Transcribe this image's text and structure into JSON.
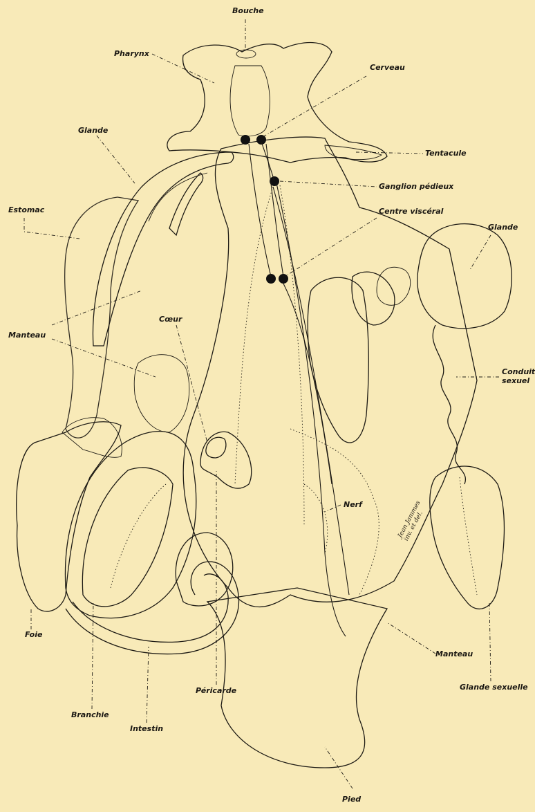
{
  "labels": {
    "bouche": "Bouche",
    "pharynx": "Pharynx",
    "cerveau": "Cerveau",
    "glande_top": "Glande",
    "tentacule": "Tentacule",
    "ganglion_pedieux": "Ganglion pédieux",
    "estomac": "Estomac",
    "centre_visceral": "Centre viscéral",
    "glande_right": "Glande",
    "coeur": "Cœur",
    "manteau_left": "Manteau",
    "conduit": "Conduit",
    "sexuel": "sexuel",
    "nerf": "Nerf",
    "foie": "Foie",
    "manteau_bottom": "Manteau",
    "pericarde": "Péricarde",
    "glande_sexuelle": "Glande sexuelle",
    "branchie": "Branchie",
    "intestin": "Intestin",
    "pied": "Pied"
  },
  "signature": {
    "line1": "Jean Jammes",
    "line2": "inv. et del."
  },
  "colors": {
    "paper": "#f8eab8",
    "ink": "#1d1a14"
  }
}
